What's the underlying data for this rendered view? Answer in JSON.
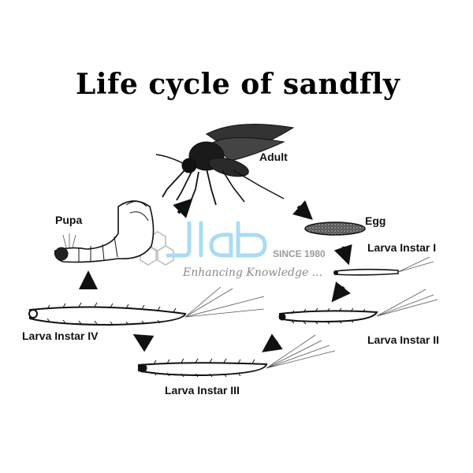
{
  "title": "Life cycle of sandfly",
  "stages": [
    {
      "id": "adult",
      "label": "Adult"
    },
    {
      "id": "egg",
      "label": "Egg"
    },
    {
      "id": "larva1",
      "label": "Larva Instar I"
    },
    {
      "id": "larva2",
      "label": "Larva Instar II"
    },
    {
      "id": "larva3",
      "label": "Larva Instar III"
    },
    {
      "id": "larva4",
      "label": "Larva Instar IV"
    },
    {
      "id": "pupa",
      "label": "Pupa"
    }
  ],
  "watermark": {
    "brand": "Jlab",
    "since": "SINCE 1980",
    "tagline": "Enhancing Knowledge ...",
    "brand_color": "#a8dcf5",
    "hex_color": "#bbbbbb",
    "text_color": "#9a9a9a"
  },
  "colors": {
    "ink": "#111111",
    "background": "#ffffff"
  }
}
